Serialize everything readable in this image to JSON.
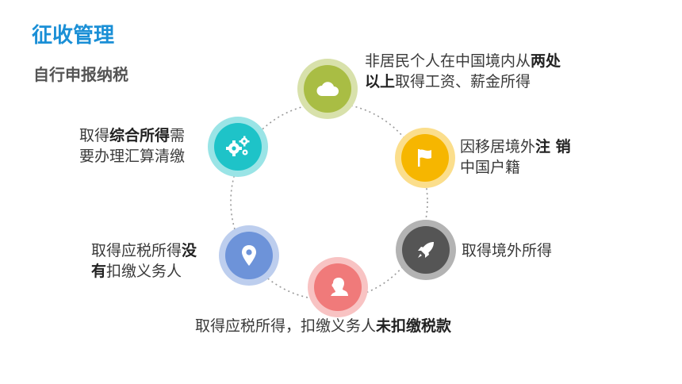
{
  "header": {
    "title": "征收管理",
    "subtitle": "自行申报纳税"
  },
  "items": [
    {
      "icon": "cloud-icon",
      "color": "#a9bd44",
      "line1": [
        {
          "t": "非居民个人在中国境内从",
          "b": false
        },
        {
          "t": "两处",
          "b": true
        }
      ],
      "line2": [
        {
          "t": "以上",
          "b": true
        },
        {
          "t": "取得工资、薪金所得",
          "b": false
        }
      ]
    },
    {
      "icon": "flag-icon",
      "color": "#f6b600",
      "line1": [
        {
          "t": "因移居境外",
          "b": false
        },
        {
          "t": "注 销",
          "b": true
        }
      ],
      "line2": [
        {
          "t": "中国户籍",
          "b": false
        }
      ]
    },
    {
      "icon": "rocket-icon",
      "color": "#555555",
      "line1": [
        {
          "t": "取得境外所得",
          "b": false
        }
      ],
      "line2": []
    },
    {
      "icon": "person-icon",
      "color": "#f07a7a",
      "line1": [
        {
          "t": "取得应税所得，扣缴义务人",
          "b": false
        },
        {
          "t": "未扣缴税款",
          "b": true
        }
      ],
      "line2": []
    },
    {
      "icon": "location-pin-icon",
      "color": "#6d93d9",
      "line1": [
        {
          "t": "取得应税所得",
          "b": false
        },
        {
          "t": "没",
          "b": true
        }
      ],
      "line2": [
        {
          "t": "有",
          "b": true
        },
        {
          "t": "扣缴义务人",
          "b": false
        }
      ]
    },
    {
      "icon": "gears-icon",
      "color": "#1ec3c8",
      "line1": [
        {
          "t": "取得",
          "b": false
        },
        {
          "t": "综合所得",
          "b": true
        },
        {
          "t": "需",
          "b": false
        }
      ],
      "line2": [
        {
          "t": "要办理汇算清缴",
          "b": false
        }
      ]
    }
  ]
}
